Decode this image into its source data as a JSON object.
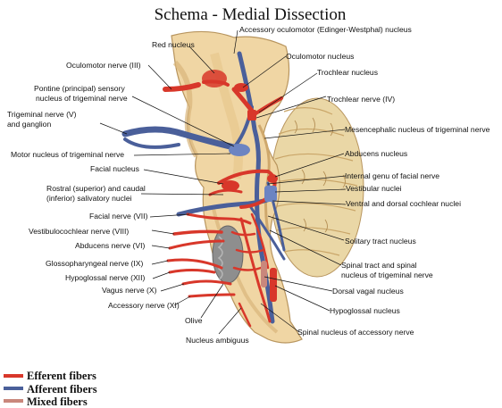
{
  "title": "Schema - Medial Dissection",
  "labels": {
    "accessory_oculomotor": "Accessory oculomotor (Edinger-Westphal) nucleus",
    "red_nucleus": "Red nucleus",
    "oculomotor_nucleus": "Oculomotor nucleus",
    "oculomotor_nerve": "Oculomotor nerve (III)",
    "trochlear_nucleus": "Trochlear nucleus",
    "pontine_sensory_1": "Pontine (principal) sensory",
    "pontine_sensory_2": "nucleus of trigeminal nerve",
    "trochlear_nerve": "Trochlear nerve (IV)",
    "trigeminal_nerve_1": "Trigeminal nerve (V)",
    "trigeminal_nerve_2": "and ganglion",
    "mesencephalic": "Mesencephalic nucleus of trigeminal nerve",
    "motor_trigeminal": "Motor nucleus of trigeminal nerve",
    "abducens_nucleus": "Abducens nucleus",
    "facial_nucleus": "Facial nucleus",
    "internal_genu": "Internal genu of facial nerve",
    "salivatory_1": "Rostral (superior) and caudal",
    "salivatory_2": "(inferior) salivatory nuclei",
    "vestibular_nuclei": "Vestibular nuclei",
    "cochlear_nuclei": "Ventral and dorsal cochlear nuclei",
    "facial_nerve": "Facial nerve (VII)",
    "vestibulocochlear_nerve": "Vestibulocochlear nerve (VIII)",
    "solitary_tract": "Solitary tract nucleus",
    "abducens_nerve": "Abducens nerve (VI)",
    "glossopharyngeal": "Glossopharyngeal nerve (IX)",
    "spinal_tract_1": "Spinal tract and spinal",
    "spinal_tract_2": "nucleus of trigeminal nerve",
    "hypoglossal_nerve": "Hypoglossal nerve (XII)",
    "dorsal_vagal": "Dorsal vagal nucleus",
    "vagus_nerve": "Vagus nerve (X)",
    "hypoglossal_nucleus": "Hypoglossal nucleus",
    "accessory_nerve": "Accessory nerve (XI)",
    "olive": "Olive",
    "spinal_accessory": "Spinal nucleus of accessory nerve",
    "nucleus_ambiguus": "Nucleus ambiguus"
  },
  "legend": [
    {
      "label": "Efferent fibers",
      "color": "#d8372a"
    },
    {
      "label": "Afferent fibers",
      "color": "#4a5f9a"
    },
    {
      "label": "Mixed fibers",
      "color": "#c9877c"
    }
  ],
  "colors": {
    "tissue": "#f0d6a4",
    "tissue_dark": "#d9b57a",
    "efferent": "#d8372a",
    "afferent": "#4a5f9a",
    "cerebellum": "#ead7a6",
    "olive": "#8e8e8e"
  }
}
